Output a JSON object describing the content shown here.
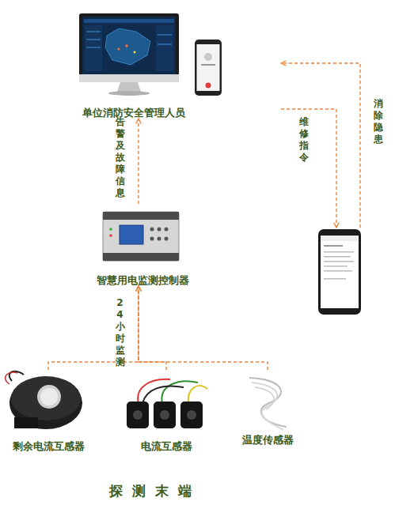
{
  "diagram": {
    "nodes": [
      {
        "text": [
          "单位消防安全管理人员"
        ]
      },
      {
        "text": [
          "智慧用电监测控制器"
        ]
      },
      {
        "text": []
      },
      {
        "text": [
          "剩余电流互感器"
        ]
      },
      {
        "text": [
          "电流互感器"
        ]
      },
      {
        "text": [
          "温度传感器"
        ]
      }
    ],
    "edges": [
      {
        "from": 1,
        "to": 0,
        "label": "告警及故障信息",
        "arrow": "to"
      },
      {
        "from": 0,
        "to": 2,
        "label": "维修指令",
        "arrow": "to"
      },
      {
        "from": 2,
        "to": 0,
        "label": "消除隐患",
        "arrow": "to"
      },
      {
        "from": 3,
        "to": 1,
        "arrow": "to"
      },
      {
        "from": 4,
        "to": 1,
        "label": "24小时监测",
        "arrow": "to"
      },
      {
        "from": 5,
        "to": 1,
        "arrow": "to"
      }
    ],
    "labels": [
      "探测末端"
    ]
  }
}
